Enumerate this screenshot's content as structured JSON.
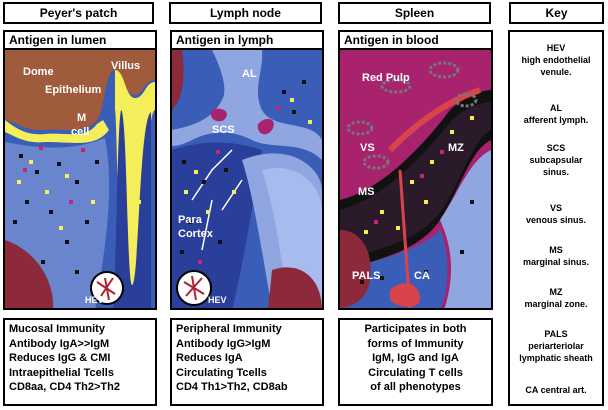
{
  "headers": {
    "peyers": "Peyer's patch",
    "lymph": "Lymph node",
    "spleen": "Spleen",
    "key": "Key"
  },
  "panels": {
    "peyers": {
      "subtitle": "Antigen in lumen",
      "labels": {
        "dome": "Dome",
        "villus": "Villus",
        "epithelium": "Epithelium",
        "m": "M",
        "cell": "cell",
        "hev": "HEV"
      }
    },
    "lymph": {
      "subtitle": "Antigen in lymph",
      "labels": {
        "al": "AL",
        "scs": "SCS",
        "para": "Para",
        "cortex": "Cortex",
        "hev": "HEV"
      }
    },
    "spleen": {
      "subtitle": "Antigen in blood",
      "labels": {
        "redpulp": "Red Pulp",
        "vs": "VS",
        "mz": "MZ",
        "ms": "MS",
        "pals": "PALS",
        "ca": "CA"
      }
    }
  },
  "descriptions": {
    "peyers": [
      "Mucosal Immunity",
      "Antibody IgA>>IgM",
      "Reduces IgG & CMI",
      "Intraepithelial Tcells",
      "CD8aa, CD4 Th2>Th2"
    ],
    "lymph": [
      "Peripheral Immunity",
      "Antibody IgG>IgM",
      "Reduces IgA",
      "Circulating Tcells",
      "CD4 Th1>Th2, CD8ab"
    ],
    "spleen": [
      "Participates in both",
      "forms of Immunity",
      "IgM, IgG and IgA",
      "Circulating T cells",
      "of all phenotypes"
    ]
  },
  "key": [
    {
      "abbr": "HEV",
      "desc": [
        "high endothelial",
        "venule."
      ]
    },
    {
      "abbr": "AL",
      "desc": [
        "afferent lymph."
      ]
    },
    {
      "abbr": "SCS",
      "desc": [
        "subcapsular",
        "sinus."
      ]
    },
    {
      "abbr": "VS",
      "desc": [
        "venous sinus."
      ]
    },
    {
      "abbr": "MS",
      "desc": [
        "marginal sinus."
      ]
    },
    {
      "abbr": "MZ",
      "desc": [
        "marginal zone."
      ]
    },
    {
      "abbr": "PALS",
      "desc": [
        "periarteriolar",
        "lymphatic sheath"
      ]
    },
    {
      "abbr": "",
      "desc": [
        "CA central art."
      ]
    }
  ],
  "colors": {
    "lumen_brown": "#a05a3c",
    "tissue_blue": "#3a5db8",
    "epithelium_yellow": "#f4ee5a",
    "light_blue": "#8fa6e0",
    "red_pulp_magenta": "#a8226e",
    "dark_red": "#8c2a3c",
    "node_blue": "#2a3f9a"
  }
}
